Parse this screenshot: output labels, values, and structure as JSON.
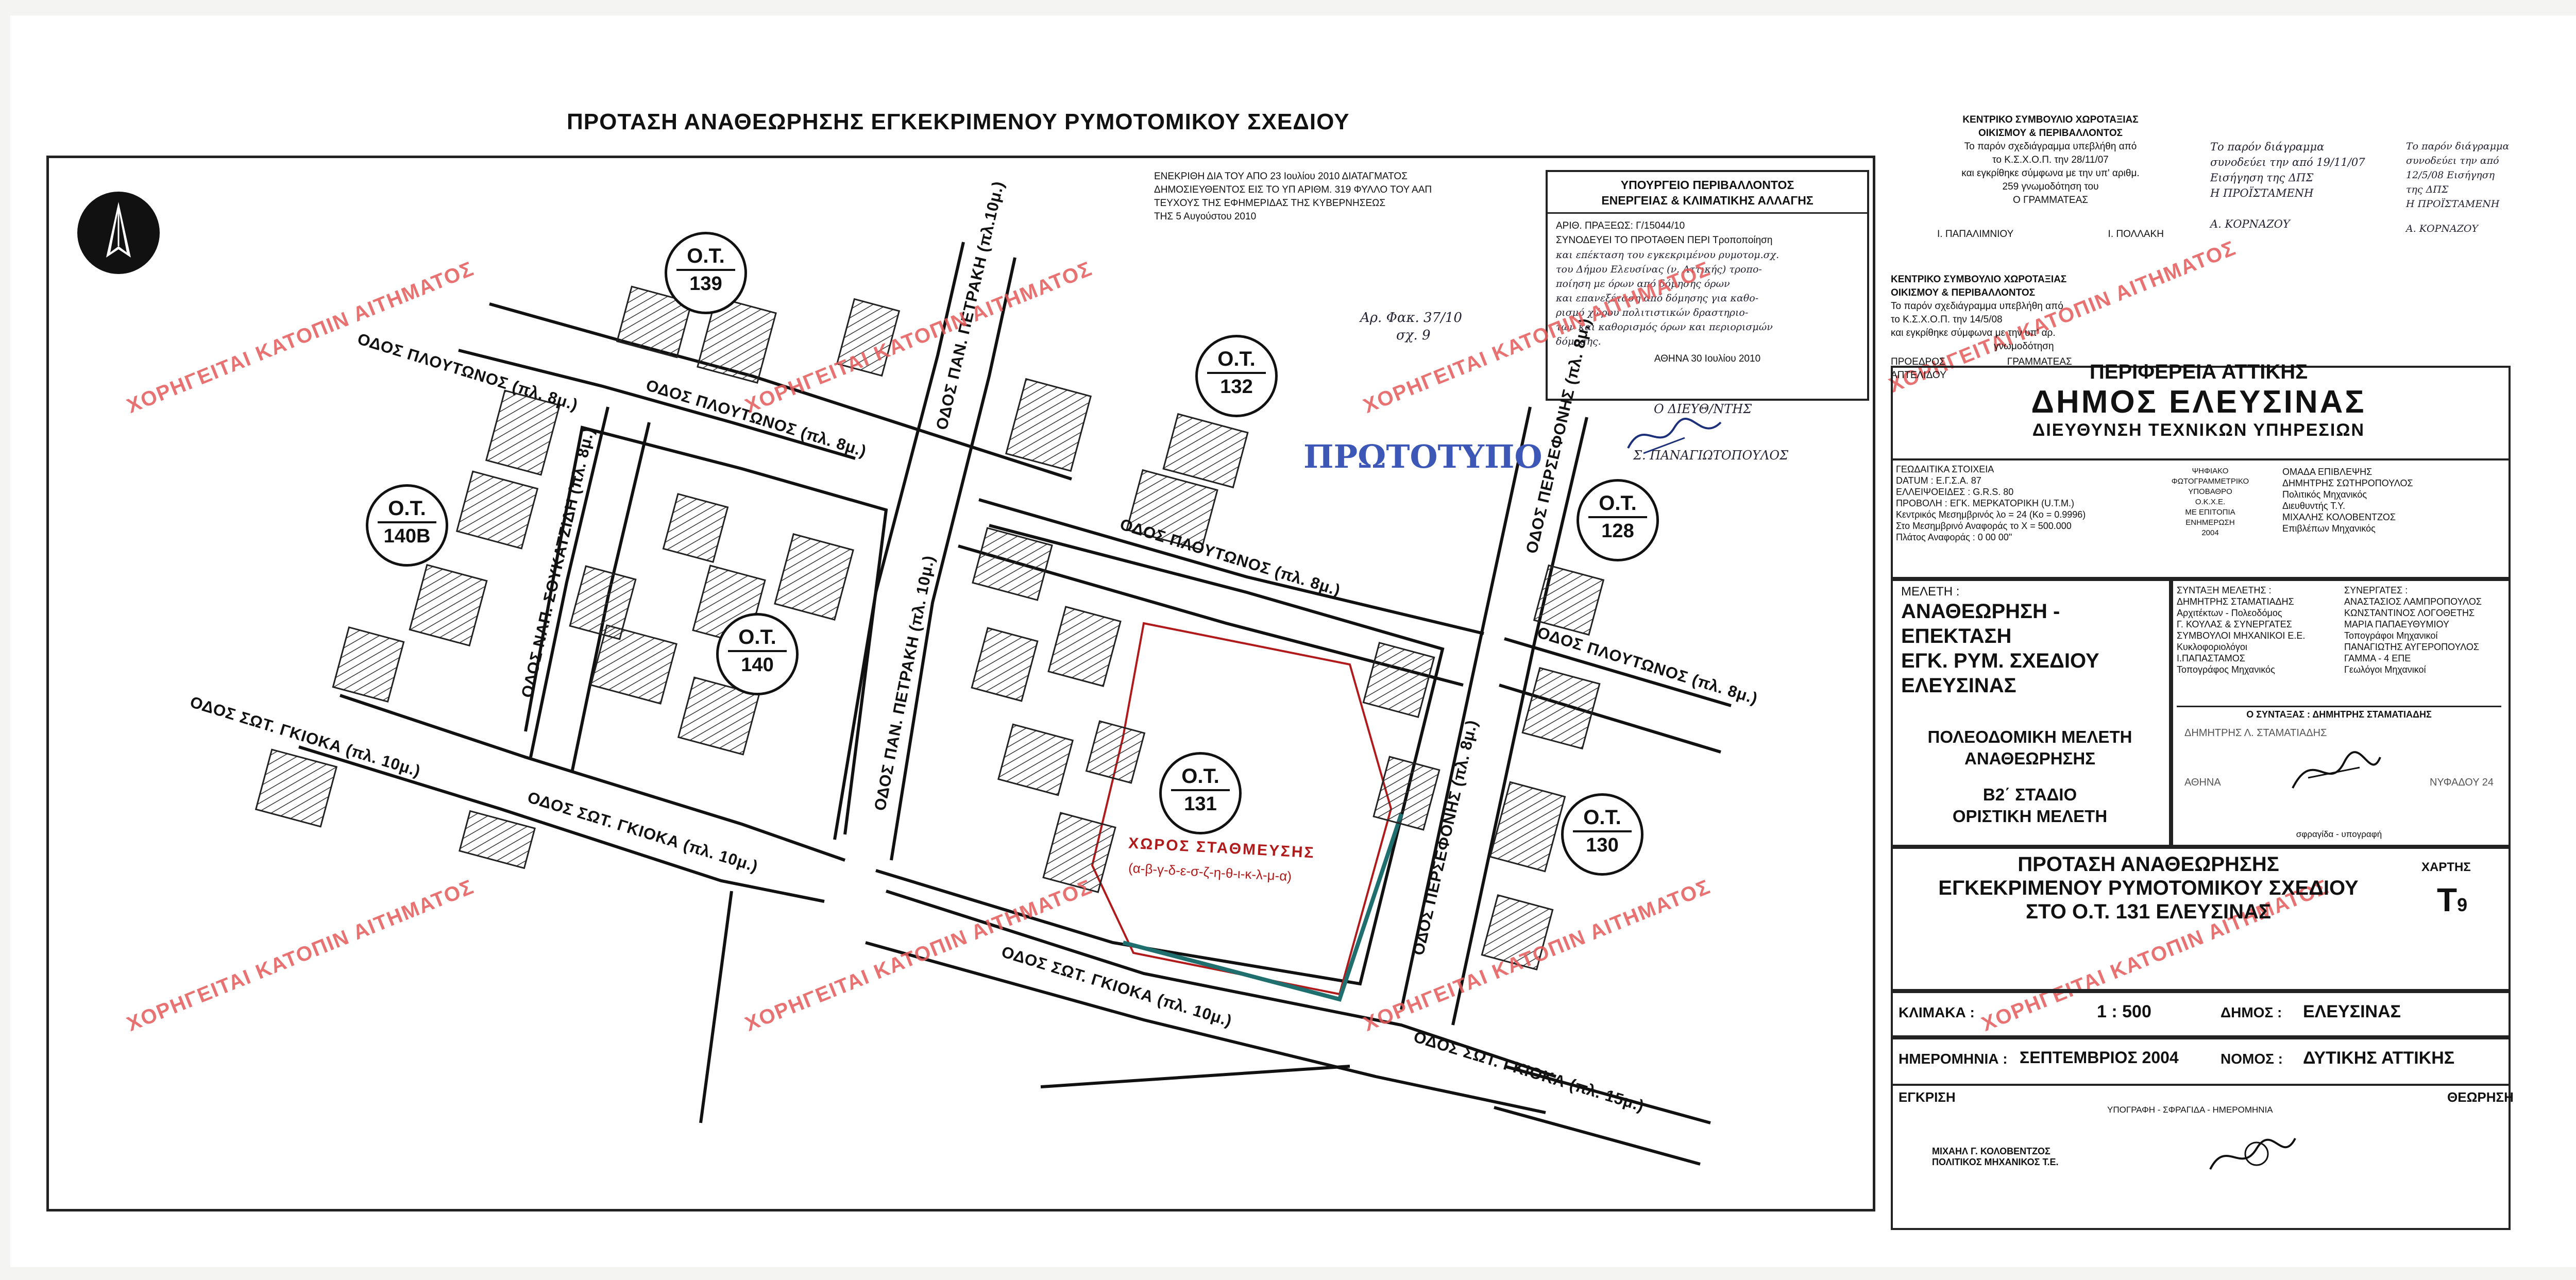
{
  "main_title": "ΠΡΟΤΑΣΗ ΑΝΑΘΕΩΡΗΣΗΣ ΕΓΚΕΚΡΙΜΕΝΟΥ ΡΥΜΟΤΟΜΙΚΟΥ ΣΧΕΔΙΟΥ",
  "approval_note": {
    "line1": "ΕΝΕΚΡΙΘΗ ΔΙΑ ΤΟΥ ΑΠΟ 23 Ιουλίου 2010 ΔΙΑΤΑΓΜΑΤΟΣ",
    "line2": "ΔΗΜΟΣΙΕΥΘΕΝΤΟΣ ΕΙΣ ΤΟ ΥΠ ΑΡΙΘΜ. 319 ΦΥΛΛΟ ΤΟΥ ΑΑΠ",
    "line3": "ΤΕΥΧΟΥΣ ΤΗΣ ΕΦΗΜΕΡΙΔΑΣ ΤΗΣ ΚΥΒΕΡΝΗΣΕΩΣ",
    "line4": "ΤΗΣ 5 Αυγούστου 2010"
  },
  "file_note": {
    "line1": "Αρ. Φακ. 37/10",
    "line2": "σχ. 9"
  },
  "ministry_stamp": {
    "header1": "ΥΠΟΥΡΓΕΙΟ ΠΕΡΙΒΑΛΛΟΝΤΟΣ",
    "header2": "ΕΝΕΡΓΕΙΑΣ & ΚΛΙΜΑΤΙΚΗΣ ΑΛΛΑΓΗΣ",
    "praxis": "ΑΡΙΘ. ΠΡΑΞΕΩΣ: Γ/15044/10",
    "text1": "ΣΥΝΟΔΕΥΕΙ ΤΟ ΠΡΟΤΑΘΕΝ ΠΕΡΙ Τροποποίηση",
    "text2": "και επέκταση του εγκεκριμένου ρυμοτομ.σχ.",
    "text3": "του Δήμου Ελευσίνας (ν. Αττικής) τροπο-",
    "text4": "ποίηση με όρων από δόμησης όρων",
    "text5": "και επανεξέταση από δόμησης για καθο-",
    "text6": "ρισμό χώρου πολιτιστικών δραστηριο-",
    "text7": "των και καθορισμός όρων και περιορισμών",
    "text8": "δόμησης.",
    "place_date": "ΑΘΗΝΑ 30 Ιουλίου 2010",
    "signer_title": "Ο ΔΙΕΥΘ/ΝΤΗΣ",
    "signer_name": "Σ. ΠΑΝΑΓΙΩΤΟΠΟΥΛΟΣ"
  },
  "prototype_label": "ΠΡΩΤΟΤΥΠΟ",
  "watermark": "ΧΟΡΗΓΕΙΤΑΙ ΚΑΤΟΠΙΝ ΑΙΤΗΜΑΤΟΣ",
  "blocks": [
    {
      "l1": "Ο.Τ.",
      "l2": "139"
    },
    {
      "l1": "Ο.Τ.",
      "l2": "132"
    },
    {
      "l1": "Ο.Τ.",
      "l2": "140Β"
    },
    {
      "l1": "Ο.Τ.",
      "l2": "140"
    },
    {
      "l1": "Ο.Τ.",
      "l2": "128"
    },
    {
      "l1": "Ο.Τ.",
      "l2": "131"
    },
    {
      "l1": "Ο.Τ.",
      "l2": "130"
    }
  ],
  "streets": {
    "plout1": "ΟΔΟΣ ΠΛΟΥΤΩΝΟΣ (πλ. 8μ.)",
    "plout2": "ΟΔΟΣ ΠΛΟΥΤΩΝΟΣ (πλ. 8μ.)",
    "plout3": "ΟΔΟΣ ΠΛΟΥΤΩΝΟΣ (πλ. 8μ.)",
    "plout4": "ΟΔΟΣ ΠΛΟΥΤΩΝΟΣ (πλ. 8μ.)",
    "petraki1": "ΟΔΟΣ ΠΑΝ. ΠΕΤΡΑΚΗ (πλ.10μ.)",
    "petraki2": "ΟΔΟΣ ΠΑΝ. ΠΕΤΡΑΚΗ (πλ. 10μ.)",
    "soukatz": "ΟΔΟΣ ΝΑΠ. ΣΟΥΚΑΤΖΙΔΗ (πλ. 8μ.)",
    "gkioka1": "ΟΔΟΣ ΣΩΤ. ΓΚΙΟΚΑ (πλ. 10μ.)",
    "gkioka2": "ΟΔΟΣ ΣΩΤ. ΓΚΙΟΚΑ (πλ. 10μ.)",
    "gkioka3": "ΟΔΟΣ ΣΩΤ. ΓΚΙΟΚΑ (πλ. 10μ.)",
    "gkioka4": "ΟΔΟΣ ΣΩΤ. ΓΚΙΟΚΑ (πλ. 15μ.)",
    "perse1": "ΟΔΟΣ ΠΕΡΣΕΦΟΝΗΣ (πλ. 8μ.)",
    "perse2": "ΟΔΟΣ ΠΕΡΣΕΦΟΝΗΣ (πλ. 8μ.)"
  },
  "parking": {
    "label": "ΧΩΡΟΣ ΣΤΑΘΜΕΥΣΗΣ",
    "points": "(α-β-γ-δ-ε-σ-ζ-η-θ-ι-κ-λ-μ-α)"
  },
  "kesyp_stamp1": {
    "l1": "ΚΕΝΤΡΙΚΟ ΣΥΜΒΟΥΛΙΟ ΧΩΡΟΤΑΞΙΑΣ",
    "l2": "ΟΙΚΙΣΜΟΥ & ΠΕΡΙΒΑΛΛΟΝΤΟΣ",
    "l3": "Το παρόν σχεδιάγραμμα υπεβλήθη από",
    "l4": "το Κ.Σ.Χ.Ο.Π. την 28/11/07",
    "l5": "και εγκρίθηκε σύμφωνα με την υπ' αριθμ.",
    "l6": "259 γνωμοδότηση του",
    "l7": "Ο ΓΡΑΜΜΑΤΕΑΣ",
    "l8": "Ι. ΠΑΠΑΛΙΜΝΙΟΥ",
    "l9": "Ι. ΠΟΛΛΑΚΗ"
  },
  "kesyp_stamp2": {
    "l1": "ΚΕΝΤΡΙΚΟ ΣΥΜΒΟΥΛΙΟ ΧΩΡΟΤΑΞΙΑΣ",
    "l2": "ΟΙΚΙΣΜΟΥ & ΠΕΡΙΒΑΛΛΟΝΤΟΣ",
    "l3": "Το παρόν σχεδιάγραμμα υπεβλήθη από",
    "l4": "το Κ.Σ.Χ.Ο.Π. την 14/5/08",
    "l5": "και εγκρίθηκε σύμφωνα με την υπ' αρ.",
    "l6": "γνωμοδότηση",
    "l7": "ΠΡΟΕΔΡΟΣ",
    "l8": "ΓΡΑΜΜΑΤΕΑΣ",
    "l9": "ΑΠΤΕΛΙΔΟΥ"
  },
  "margin_notes": {
    "a1": "Το παρόν διάγραμμα",
    "a2": "συνοδεύει την από 19/11/07",
    "a3": "Εισήγηση της ΔΠΣ",
    "a4": "Η ΠΡΟΪΣΤΑΜΕΝΗ",
    "a5": "Α. ΚΟΡΝΑΖΟΥ",
    "b1": "Το παρόν διάγραμμα",
    "b2": "συνοδεύει την από",
    "b3": "12/5/08 Εισήγηση",
    "b4": "της ΔΠΣ",
    "b5": "Η ΠΡΟΪΣΤΑΜΕΝΗ",
    "b6": "Α. ΚΟΡΝΑΖΟΥ"
  },
  "cartouche": {
    "region": "ΠΕΡΙΦΕΡΕΙΑ ΑΤΤΙΚΗΣ",
    "municipality": "ΔΗΜΟΣ ΕΛΕΥΣΙΝΑΣ",
    "directorate": "ΔΙΕΥΘΥΝΣΗ ΤΕΧΝΙΚΩΝ ΥΠΗΡΕΣΙΩΝ",
    "geo_title": "ΓΕΩΔΑΙΤΙΚΑ ΣΤΟΙΧΕΙΑ",
    "geo_datum": "DATUM : Ε.Γ.Σ.Α. 87",
    "geo_ellipsoid": "ΕΛΛΕΙΨΟΕΙΔΕΣ : G.R.S. 80",
    "geo_projection": "ΠΡΟΒΟΛΗ : ΕΓΚ. ΜΕΡΚΑΤΟΡΙΚΗ (U.T.M.)",
    "geo_meridian": "Κεντρικός Μεσημβρινός λο = 24 (Κο = 0.9996)",
    "geo_offset": "Στο Μεσημβρινό Αναφοράς το X = 500.000",
    "geo_lat": "Πλάτος Αναφοράς : 0 00 00\"",
    "ortho1": "ΨΗΦΙΑΚΟ",
    "ortho2": "ΦΩΤΟΓΡΑΜΜΕΤΡΙΚΟ",
    "ortho3": "ΥΠΟΒΑΘΡΟ",
    "ortho4": "Ο.Κ.Χ.Ε.",
    "ortho5": "ΜΕ ΕΠΙΤΟΠΙΑ",
    "ortho6": "ΕΝΗΜΕΡΩΣΗ",
    "ortho7": "2004",
    "sup_title": "ΟΜΑΔΑ ΕΠΙΒΛΕΨΗΣ",
    "sup1": "ΔΗΜΗΤΡΗΣ ΣΩΤΗΡΟΠΟΥΛΟΣ",
    "sup2": "Πολιτικός Μηχανικός",
    "sup3": "Διευθυντής Τ.Υ.",
    "sup4": "ΜΙΧΑΛΗΣ ΚΟΛΟΒΕΝΤΖΟΣ",
    "sup5": "Επιβλέπων Μηχανικός",
    "study_label": "ΜΕΛΕΤΗ :",
    "study1": "ΑΝΑΘΕΩΡΗΣΗ -",
    "study2": "ΕΠΕΚΤΑΣΗ",
    "study3": "ΕΓΚ. ΡΥΜ. ΣΧΕΔΙΟΥ",
    "study4": "ΕΛΕΥΣΙΝΑΣ",
    "comp_title": "ΣΥΝΤΑΞΗ ΜΕΛΕΤΗΣ :",
    "comp1": "ΔΗΜΗΤΡΗΣ ΣΤΑΜΑΤΙΑΔΗΣ",
    "comp2": "Αρχιτέκτων - Πολεοδόμος",
    "comp3": "Γ. ΚΟΥΛΑΣ & ΣΥΝΕΡΓΑΤΕΣ",
    "comp4": "ΣΥΜΒΟΥΛΟΙ ΜΗΧΑΝΙΚΟΙ Ε.Ε.",
    "comp5": "Κυκλοφοριολόγοι",
    "comp6": "Ι.ΠΑΠΑΣΤΑΜΟΣ",
    "comp7": "Τοπογράφος Μηχανικός",
    "col_title": "ΣΥΝΕΡΓΑΤΕΣ :",
    "col1": "ΑΝΑΣΤΑΣΙΟΣ ΛΑΜΠΡΟΠΟΥΛΟΣ",
    "col2": "ΚΩΝΣΤΑΝΤΙΝΟΣ ΛΟΓΟΘΕΤΗΣ",
    "col3": "ΜΑΡΙΑ ΠΑΠΑΕΥΘΥΜΙΟΥ",
    "col4": "Τοπογράφοι Μηχανικοί",
    "col5": "ΠΑΝΑΓΙΩΤΗΣ ΑΥΓΕΡΟΠΟΥΛΟΣ",
    "col6": "ΓΑΜΜΑ - 4 ΕΠΕ",
    "col7": "Γεωλόγοι Μηχανικοί",
    "plan1": "ΠΟΛΕΟΔΟΜΙΚΗ ΜΕΛΕΤΗ",
    "plan2": "ΑΝΑΘΕΩΡΗΣΗΣ",
    "stage1": "Β2΄ ΣΤΑΔΙΟ",
    "stage2": "ΟΡΙΣΤΙΚΗ ΜΕΛΕΤΗ",
    "author_title": "Ο ΣΥΝΤΑΞΑΣ : ΔΗΜΗΤΡΗΣ ΣΤΑΜΑΤΙΑΔΗΣ",
    "author_stamp1": "ΔΗΜΗΤΡΗΣ Λ. ΣΤΑΜΑΤΙΑΔΗΣ",
    "author_stamp2": "ΑΘΗΝΑ",
    "author_stamp3": "ΝΥΦΑΔΟΥ 24",
    "author_sign": "σφραγίδα - υπογραφή",
    "big1": "ΠΡΟΤΑΣΗ ΑΝΑΘΕΩΡΗΣΗΣ",
    "big2": "ΕΓΚΕΚΡΙΜΕΝΟΥ ΡΥΜΟΤΟΜΙΚΟΥ ΣΧΕΔΙΟΥ",
    "big3": "ΣΤΟ Ο.Τ. 131 ΕΛΕΥΣΙΝΑΣ",
    "sheet_label": "ΧΑΡΤΗΣ",
    "sheet_no": "Τ",
    "sheet_sub": "9",
    "scale_label": "ΚΛΙΜΑΚΑ :",
    "scale_value": "1 : 500",
    "muni_label": "ΔΗΜΟΣ :",
    "muni_value": "ΕΛΕΥΣΙΝΑΣ",
    "date_label": "ΗΜΕΡΟΜΗΝΙΑ :",
    "date_value": "ΣΕΠΤΕΜΒΡΙΟΣ 2004",
    "pref_label": "ΝΟΜΟΣ :",
    "pref_value": "ΔΥΤΙΚΗΣ ΑΤΤΙΚΗΣ",
    "approval_label": "ΕΓΚΡΙΣΗ",
    "approval_sign": "ΥΠΟΓΡΑΦΗ - ΣΦΡΑΓΙΔΑ - ΗΜΕΡΟΜΗΝΙΑ",
    "review_label": "ΘΕΩΡΗΣΗ",
    "engineer1": "ΜΙΧΑΗΛ Γ. ΚΟΛΟΒΕΝΤΖΟΣ",
    "engineer2": "ΠΟΛΙΤΙΚΟΣ ΜΗΧΑΝΙΚΟΣ Τ.Ε."
  },
  "colors": {
    "watermark": "#e55a5a",
    "prototype": "#3c57b5",
    "parking_boundary": "#b01a1a",
    "parking_edge": "#1f6f6f"
  }
}
